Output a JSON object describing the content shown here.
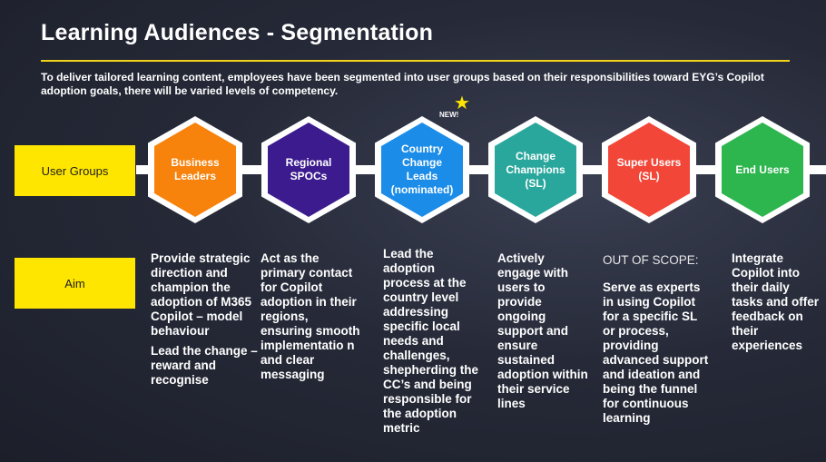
{
  "title": "Learning Audiences - Segmentation",
  "intro": "To deliver tailored learning content, employees have been segmented into user groups based on their responsibilities toward EYG’s Copilot adoption goals, there will be varied levels of competency.",
  "row_labels": {
    "user_groups": "User Groups",
    "aim": "Aim"
  },
  "colors": {
    "accent": "#ffe600"
  },
  "new_badge": "NEW!",
  "groups": [
    {
      "label": "Business Leaders",
      "color": "#f7820c"
    },
    {
      "label": "Regional SPOCs",
      "color": "#3c1b8e"
    },
    {
      "label": "Country Change Leads (nominated)",
      "color": "#1b8ce8"
    },
    {
      "label": "Change Champions (SL)",
      "color": "#2aa79c"
    },
    {
      "label": "Super Users (SL)",
      "color": "#f24638"
    },
    {
      "label": "End Users",
      "color": "#2db54e"
    }
  ],
  "aims": [
    {
      "paragraphs": [
        "Provide strategic direction and champion the adoption of M365 Copilot – model behaviour",
        "Lead the change – reward and recognise"
      ]
    },
    {
      "paragraphs": [
        "Act as the primary contact for Copilot adoption in their regions, ensuring smooth implementatio n and clear messaging"
      ]
    },
    {
      "paragraphs": [
        "Lead the adoption process at the country level addressing specific local needs and challenges, shepherding the CC’s and being responsible for the adoption metric"
      ]
    },
    {
      "paragraphs": [
        "Actively engage with users to provide ongoing support and ensure sustained adoption within their service lines"
      ]
    },
    {
      "scope": "OUT OF SCOPE:",
      "paragraphs": [
        "Serve as experts in using Copilot for a specific SL or process, providing advanced support and ideation and being the funnel for continuous learning"
      ]
    },
    {
      "paragraphs": [
        "Integrate Copilot into their daily tasks and offer feedback on their experiences"
      ]
    }
  ]
}
